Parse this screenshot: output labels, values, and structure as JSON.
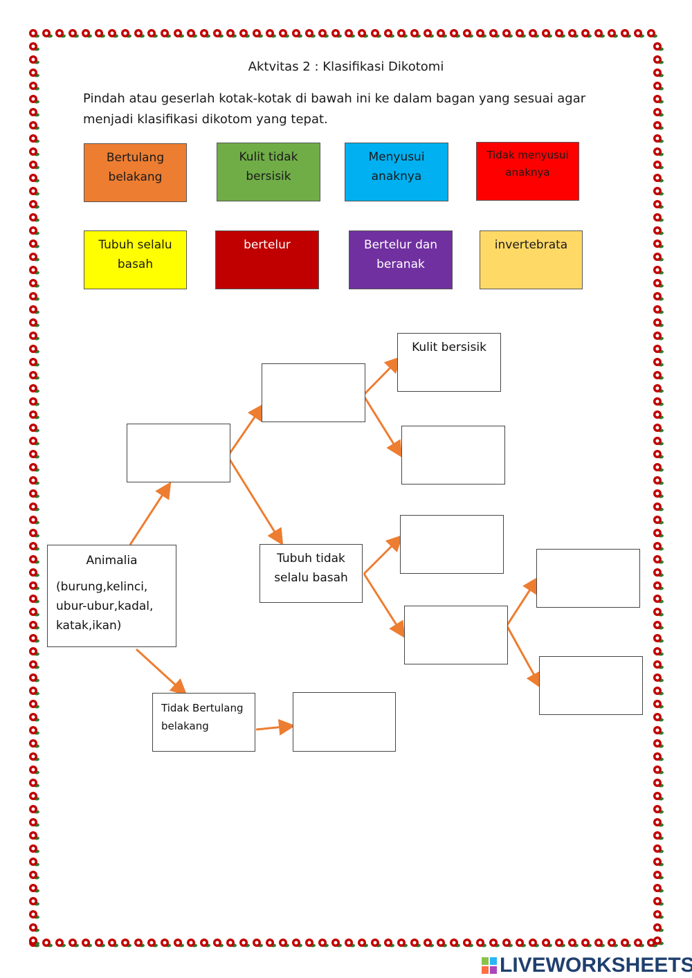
{
  "title": "Aktvitas 2 : Klasifikasi Dikotomi",
  "instruction": "Pindah atau geserlah kotak-kotak di bawah ini ke dalam bagan yang sesuai agar menjadi klasifikasi dikotom yang tepat.",
  "cards": [
    {
      "text": "Bertulang belakang",
      "color": "#ed7d31",
      "text_color": "#1a1a1a"
    },
    {
      "text": "Kulit tidak bersisik",
      "color": "#70ad47",
      "text_color": "#1a1a1a"
    },
    {
      "text": "Menyusui anaknya",
      "color": "#00b0f0",
      "text_color": "#1a1a1a"
    },
    {
      "text": "Tidak menyusui anaknya",
      "color": "#ff0000",
      "text_color": "#1a1a1a"
    },
    {
      "text": "Tubuh selalu basah",
      "color": "#ffff00",
      "text_color": "#1a1a1a"
    },
    {
      "text": "bertelur",
      "color": "#c00000",
      "text_color": "#ffffff"
    },
    {
      "text": "Bertelur dan beranak",
      "color": "#7030a0",
      "text_color": "#ffffff"
    },
    {
      "text": "invertebrata",
      "color": "#ffd966",
      "text_color": "#1a1a1a"
    }
  ],
  "diagram": {
    "root": {
      "title": "Animalia",
      "detail_lines": [
        "(burung,kelinci,",
        "ubur-ubur,kadal,",
        "katak,ikan)"
      ]
    },
    "labels": {
      "kulit_bersisik": "Kulit bersisik",
      "tubuh_tidak_basah_line1": "Tubuh tidak",
      "tubuh_tidak_basah_line2": "selalu basah",
      "tidak_bertulang_line1": "Tidak Bertulang",
      "tidak_bertulang_line2": "belakang"
    },
    "arrow_color": "#ed7d31"
  },
  "border": {
    "flower_color": "#c00000",
    "leaf_color": "#2e7d32"
  },
  "footer": {
    "brand": "LIVEWORKSHEETS",
    "brand_color": "#1f3f6e",
    "mark_colors": [
      "#8bc34a",
      "#29b6f6",
      "#ff7043",
      "#ab47bc"
    ]
  }
}
